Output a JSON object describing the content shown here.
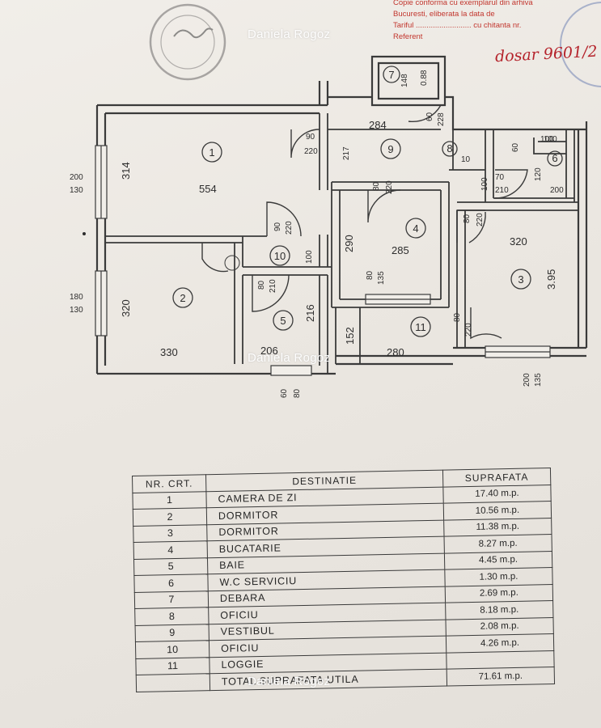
{
  "watermark": "Daniela Rogoz",
  "stamp": {
    "line1": "Copie conforma cu exemplarul din arhiva",
    "line2": "Bucuresti, eliberata la data de",
    "line3": "Tariful .......................... cu chitanta nr.",
    "line4": "Referent"
  },
  "handwritten_note": "dosar 9601/2",
  "plan": {
    "rooms": {
      "r1": {
        "num": "1",
        "w": "554",
        "h": "314"
      },
      "r2": {
        "num": "2",
        "w": "330",
        "h": "320"
      },
      "r3": {
        "num": "3",
        "w": "320",
        "h": "3.95"
      },
      "r4": {
        "num": "4",
        "w": "285",
        "h": "290"
      },
      "r5": {
        "num": "5",
        "w": "206",
        "h": "216"
      },
      "r6": {
        "num": "6",
        "w": "100",
        "h": "120"
      },
      "r7": {
        "num": "7",
        "w": "148",
        "h": "0.88"
      },
      "r8": {
        "num": "8"
      },
      "r9": {
        "num": "9",
        "w": "284",
        "h": "217"
      },
      "r10": {
        "num": "10",
        "h": "100"
      },
      "r11": {
        "num": "11",
        "w": "280",
        "h": "152"
      }
    },
    "doors": {
      "d_9_220": "90\n220",
      "d_4": "80\n220",
      "d_10": "90\n220",
      "d_5": "80\n210",
      "d_8": "80\n220",
      "d_11": "80\n220",
      "d_7": "60\n228"
    },
    "windows": {
      "w_r1": "200\n130",
      "w_r2": "180\n130",
      "w_r5": "60\n80",
      "w_r3": "200\n135",
      "w_r4": "80\n135"
    },
    "misc": {
      "m_100a": "100",
      "m_60": "60",
      "m_100b": "100",
      "m_70": "70",
      "m_210": "210",
      "m_200": "200",
      "m_120": "120",
      "m_100c": "100",
      "m_10": "10"
    }
  },
  "table": {
    "headers": [
      "NR. CRT.",
      "DESTINATIE",
      "SUPRAFATA"
    ],
    "rows": [
      {
        "nr": "1",
        "dest": "CAMERA DE ZI",
        "surf": "17.40 m.p."
      },
      {
        "nr": "2",
        "dest": "DORMITOR",
        "surf": "10.56 m.p."
      },
      {
        "nr": "3",
        "dest": "DORMITOR",
        "surf": "11.38 m.p."
      },
      {
        "nr": "4",
        "dest": "BUCATARIE",
        "surf": "8.27 m.p."
      },
      {
        "nr": "5",
        "dest": "BAIE",
        "surf": "4.45 m.p."
      },
      {
        "nr": "6",
        "dest": "W.C SERVICIU",
        "surf": "1.30 m.p."
      },
      {
        "nr": "7",
        "dest": "DEBARA",
        "surf": "2.69 m.p."
      },
      {
        "nr": "8",
        "dest": "OFICIU",
        "surf": "8.18 m.p."
      },
      {
        "nr": "9",
        "dest": "VESTIBUL",
        "surf": "2.08 m.p."
      },
      {
        "nr": "10",
        "dest": "OFICIU",
        "surf": "4.26 m.p."
      },
      {
        "nr": "11",
        "dest": "LOGGIE",
        "surf": ""
      }
    ],
    "total_label": "TOTAL SUPRAFATA UTILA",
    "total_value": "71.61 m.p."
  }
}
